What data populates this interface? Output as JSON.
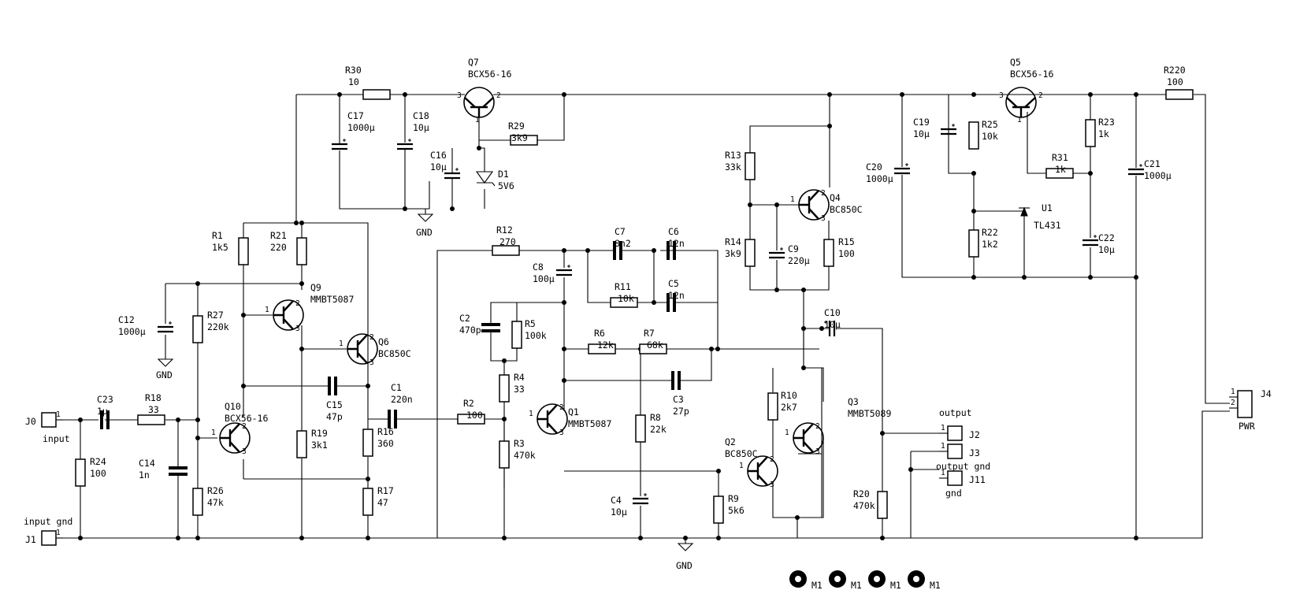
{
  "resistors": [
    {
      "id": "R30",
      "ref": "R30",
      "val": "10"
    },
    {
      "id": "R29",
      "ref": "R29",
      "val": "3k9"
    },
    {
      "id": "R1",
      "ref": "R1",
      "val": "1k5"
    },
    {
      "id": "R21",
      "ref": "R21",
      "val": "220"
    },
    {
      "id": "R27",
      "ref": "R27",
      "val": "220k"
    },
    {
      "id": "R18",
      "ref": "R18",
      "val": "33"
    },
    {
      "id": "R24",
      "ref": "R24",
      "val": "100"
    },
    {
      "id": "R26",
      "ref": "R26",
      "val": "47k"
    },
    {
      "id": "R19",
      "ref": "R19",
      "val": "3k1"
    },
    {
      "id": "R16",
      "ref": "R16",
      "val": "360"
    },
    {
      "id": "R17",
      "ref": "R17",
      "val": "47"
    },
    {
      "id": "R12",
      "ref": "R12",
      "val": "270"
    },
    {
      "id": "R5",
      "ref": "R5",
      "val": "100k"
    },
    {
      "id": "R4",
      "ref": "R4",
      "val": "33"
    },
    {
      "id": "R2",
      "ref": "R2",
      "val": "100"
    },
    {
      "id": "R3",
      "ref": "R3",
      "val": "470k"
    },
    {
      "id": "R11",
      "ref": "R11",
      "val": "10k"
    },
    {
      "id": "R6",
      "ref": "R6",
      "val": "12k"
    },
    {
      "id": "R7",
      "ref": "R7",
      "val": "68k"
    },
    {
      "id": "R8",
      "ref": "R8",
      "val": "22k"
    },
    {
      "id": "R13",
      "ref": "R13",
      "val": "33k"
    },
    {
      "id": "R14",
      "ref": "R14",
      "val": "3k9"
    },
    {
      "id": "R15",
      "ref": "R15",
      "val": "100"
    },
    {
      "id": "R10",
      "ref": "R10",
      "val": "2k7"
    },
    {
      "id": "R9",
      "ref": "R9",
      "val": "5k6"
    },
    {
      "id": "R20",
      "ref": "R20",
      "val": "470k"
    },
    {
      "id": "R25",
      "ref": "R25",
      "val": "10k"
    },
    {
      "id": "R22",
      "ref": "R22",
      "val": "1k2"
    },
    {
      "id": "R31",
      "ref": "R31",
      "val": "1k"
    },
    {
      "id": "R23",
      "ref": "R23",
      "val": "1k"
    },
    {
      "id": "R220",
      "ref": "R220",
      "val": "100"
    }
  ],
  "capacitors": [
    {
      "id": "C17",
      "ref": "C17",
      "val": "1000µ"
    },
    {
      "id": "C18",
      "ref": "C18",
      "val": "10µ"
    },
    {
      "id": "C16",
      "ref": "C16",
      "val": "10µ"
    },
    {
      "id": "C12",
      "ref": "C12",
      "val": "1000µ"
    },
    {
      "id": "C23",
      "ref": "C23",
      "val": "1µ"
    },
    {
      "id": "C14",
      "ref": "C14",
      "val": "1n"
    },
    {
      "id": "C15",
      "ref": "C15",
      "val": "47p"
    },
    {
      "id": "C1",
      "ref": "C1",
      "val": "220n"
    },
    {
      "id": "C8",
      "ref": "C8",
      "val": "100µ"
    },
    {
      "id": "C2",
      "ref": "C2",
      "val": "470p"
    },
    {
      "id": "C7",
      "ref": "C7",
      "val": "8n2"
    },
    {
      "id": "C6",
      "ref": "C6",
      "val": "12n"
    },
    {
      "id": "C5",
      "ref": "C5",
      "val": "12n"
    },
    {
      "id": "C3",
      "ref": "C3",
      "val": "27p"
    },
    {
      "id": "C4",
      "ref": "C4",
      "val": "10µ"
    },
    {
      "id": "C9",
      "ref": "C9",
      "val": "220µ"
    },
    {
      "id": "C10",
      "ref": "C10",
      "val": "10µ"
    },
    {
      "id": "C19",
      "ref": "C19",
      "val": "10µ"
    },
    {
      "id": "C20",
      "ref": "C20",
      "val": "1000µ"
    },
    {
      "id": "C22",
      "ref": "C22",
      "val": "10µ"
    },
    {
      "id": "C21",
      "ref": "C21",
      "val": "1000µ"
    }
  ],
  "transistors": [
    {
      "id": "Q7",
      "ref": "Q7",
      "val": "BCX56-16"
    },
    {
      "id": "Q9",
      "ref": "Q9",
      "val": "MMBT5087"
    },
    {
      "id": "Q6",
      "ref": "Q6",
      "val": "BC850C"
    },
    {
      "id": "Q10",
      "ref": "Q10",
      "val": "BCX56-16"
    },
    {
      "id": "Q1",
      "ref": "Q1",
      "val": "MMBT5087"
    },
    {
      "id": "Q4",
      "ref": "Q4",
      "val": "BC850C"
    },
    {
      "id": "Q2",
      "ref": "Q2",
      "val": "BC850C"
    },
    {
      "id": "Q3",
      "ref": "Q3",
      "val": "MMBT5089"
    },
    {
      "id": "Q5",
      "ref": "Q5",
      "val": "BCX56-16"
    }
  ],
  "semis": [
    {
      "id": "D1",
      "ref": "D1",
      "val": "5V6"
    },
    {
      "id": "U1",
      "ref": "U1",
      "val": "TL431"
    }
  ],
  "connectors": [
    {
      "id": "J0",
      "ref": "J0",
      "name": "input"
    },
    {
      "id": "J1",
      "ref": "J1",
      "name": "input gnd"
    },
    {
      "id": "J2",
      "ref": "J2",
      "name": "output"
    },
    {
      "id": "J3",
      "ref": "J3",
      "name": "output gnd"
    },
    {
      "id": "J11",
      "ref": "J11",
      "name": "gnd"
    },
    {
      "id": "J4",
      "ref": "J4",
      "name": "PWR"
    }
  ],
  "grounds": {
    "gnd_label": "GND"
  },
  "mounting_holes": [
    "M1",
    "M1",
    "M1",
    "M1"
  ],
  "pins": {
    "p1": "1",
    "p2": "2",
    "p3": "3"
  }
}
